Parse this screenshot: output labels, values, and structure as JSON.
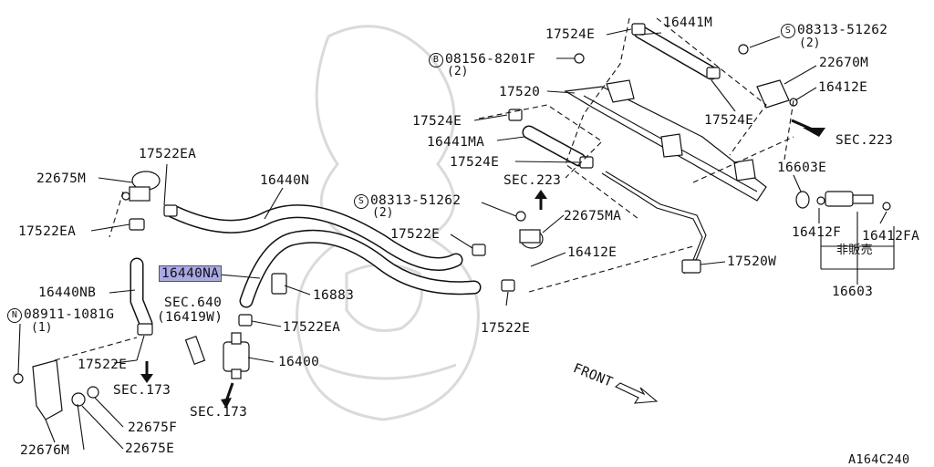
{
  "diagram_id": "A164C240",
  "callouts": {
    "p17524e_top": "17524E",
    "p16441m": "16441M",
    "p08313_top": "08313-51262",
    "p08313_top_qty": "(2)",
    "p08156": "08156-8201F",
    "p08156_qty": "(2)",
    "p22670m": "22670M",
    "p17520": "17520",
    "p16412e_top": "16412E",
    "p17524e_mid": "17524E",
    "p17524e_right": "17524E",
    "p16441ma": "16441MA",
    "sec223_right": "SEC.223",
    "p17524e_low": "17524E",
    "p17522ea_top": "17522EA",
    "p22675m": "22675M",
    "p16440n": "16440N",
    "sec223_mid": "SEC.223",
    "p16603e": "16603E",
    "p08313_mid": "08313-51262",
    "p08313_mid_qty": "(2)",
    "p22675ma": "22675MA",
    "p17522ea_left": "17522EA",
    "p17522e_mid": "17522E",
    "p16412e_mid": "16412E",
    "p16412f": "16412F",
    "p16412fa": "16412FA",
    "not_for_sale": "非販売",
    "p17520w": "17520W",
    "p16440na": "16440NA",
    "p16883": "16883",
    "p16603": "16603",
    "p16440nb": "16440NB",
    "sec640": "SEC.640",
    "p16419w": "(16419W)",
    "p08911": "08911-1081G",
    "p08911_qty": "(1)",
    "p17522ea_low": "17522EA",
    "p17522e_low": "17522E",
    "p17522e_left": "17522E",
    "p16400": "16400",
    "sec173_left": "SEC.173",
    "sec173_mid": "SEC.173",
    "p22675f": "22675F",
    "p22676m": "22676M",
    "p22675e": "22675E",
    "front": "FRONT"
  },
  "markers": {
    "s": "S",
    "b": "B",
    "n": "N"
  },
  "colors": {
    "line": "#111111",
    "highlight": "#a9a9e8",
    "watermark": "#dadada"
  }
}
